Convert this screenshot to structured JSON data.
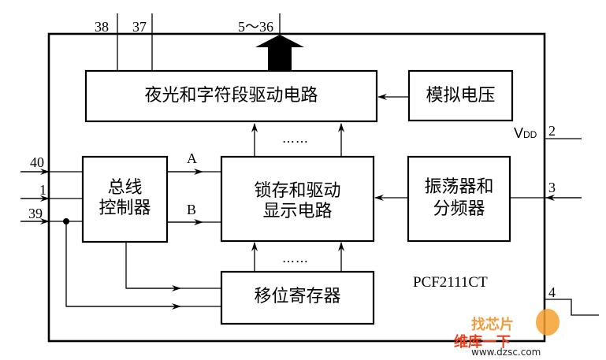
{
  "chip": {
    "name": "PCF2111CT"
  },
  "blocks": {
    "segment_driver": "夜光和字符段驱动电路",
    "analog_voltage": "模拟电压",
    "bus_controller_line1": "总线",
    "bus_controller_line2": "控制器",
    "latch_driver_line1": "锁存和驱动",
    "latch_driver_line2": "显示电路",
    "oscillator_line1": "振荡器和",
    "oscillator_line2": "分频器",
    "shift_register": "移位寄存器"
  },
  "pins": {
    "p38": "38",
    "p37": "37",
    "p5_36": "5～36",
    "p40": "40",
    "p1": "1",
    "p39": "39",
    "p2": "2",
    "p3": "3",
    "p4": "4",
    "vdd_main": "V",
    "vdd_sub": "DD"
  },
  "signals": {
    "a": "A",
    "b": "B"
  },
  "ellipsis": {
    "upper": "……",
    "lower": "……"
  },
  "watermark": {
    "top": "找芯片",
    "middle": "维库一下",
    "url": "www.dzsc.com"
  },
  "colors": {
    "line": "#000000",
    "watermark_orange": "#f28a1a",
    "watermark_red": "#e8401c"
  }
}
